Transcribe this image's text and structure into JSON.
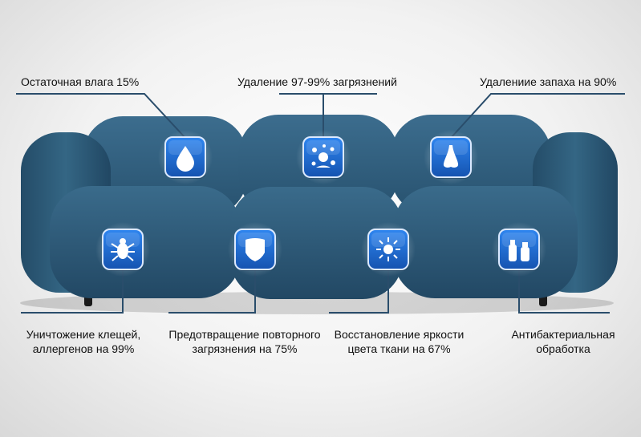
{
  "features": [
    {
      "id": "residual-moisture",
      "line1": "Остаточная влага 15%",
      "line2": "",
      "icon": "water-drop-icon"
    },
    {
      "id": "dirt-removal",
      "line1": "Удаление 97-99% загрязнений",
      "line2": "",
      "icon": "splash-icon"
    },
    {
      "id": "odor-removal",
      "line1": "Удалениие запаха на 90%",
      "line2": "",
      "icon": "nose-icon"
    },
    {
      "id": "mite-removal",
      "line1": "Уничтожение клещей,",
      "line2": "аллергенов на 99%",
      "icon": "bug-icon"
    },
    {
      "id": "re-soiling",
      "line1": "Предотвращение повторного",
      "line2": "загрязнения на 75%",
      "icon": "shield-icon"
    },
    {
      "id": "color-restore",
      "line1": "Восстановление яркости",
      "line2": "цвета ткани на 67%",
      "icon": "sun-icon"
    },
    {
      "id": "antibacterial",
      "line1": "Антибактериальная",
      "line2": "обработка",
      "icon": "spray-bottles-icon"
    }
  ],
  "colors": {
    "sofa": "#2d5a78",
    "sofa_dark": "#1f4460",
    "sofa_light": "#3f7194",
    "icon_bg": "#1d63c7",
    "leader_line": "#2a4d6b"
  }
}
